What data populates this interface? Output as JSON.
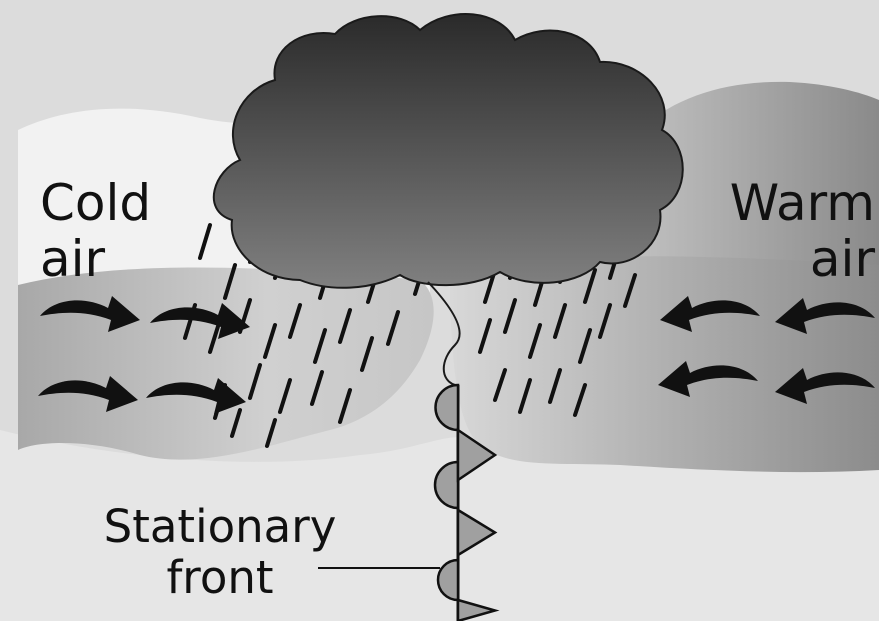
{
  "labels": {
    "cold_air": [
      "Cold",
      "air"
    ],
    "warm_air": [
      "Warm",
      "air"
    ],
    "stationary_front": [
      "Stationary",
      "front"
    ]
  },
  "colors": {
    "sky": "#dcdcdc",
    "ground": "#e6e6e6",
    "cold_hill": "#f2f2f2",
    "warm_hill": "#9c9c9c",
    "cold_air_band": "#bdbdbd",
    "warm_air_band": "#b2b2b2",
    "cloud_top": "#2a2a2a",
    "cloud_bottom": "#808080",
    "front_symbol": "#a0a0a0",
    "ink": "#111111"
  },
  "icons": {
    "rain": "rain-streak-icon",
    "cold_arrow": "curved-arrow-right-icon",
    "warm_arrow": "curved-arrow-left-icon",
    "front": "stationary-front-symbol-icon"
  }
}
